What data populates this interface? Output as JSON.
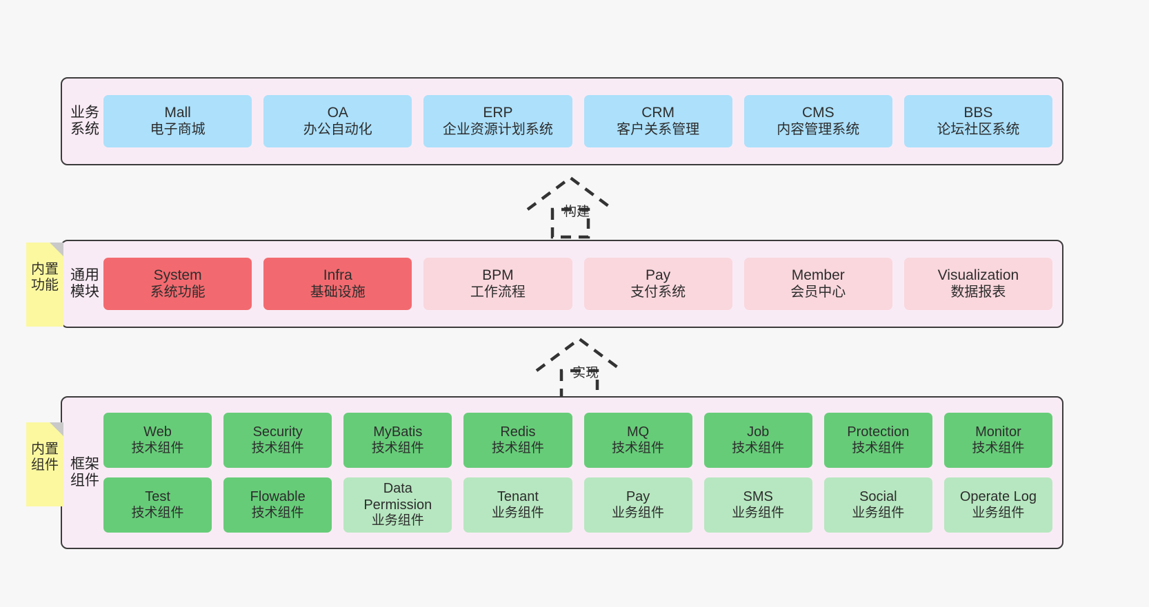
{
  "layers": [
    {
      "id": "business",
      "title": "业务系统",
      "rows": [
        [
          {
            "en": "Mall",
            "cn": "电子商城",
            "color": "#ace0fb"
          },
          {
            "en": "OA",
            "cn": "办公自动化",
            "color": "#ace0fb"
          },
          {
            "en": "ERP",
            "cn": "企业资源计划系统",
            "color": "#ace0fb"
          },
          {
            "en": "CRM",
            "cn": "客户关系管理",
            "color": "#ace0fb"
          },
          {
            "en": "CMS",
            "cn": "内容管理系统",
            "color": "#ace0fb"
          },
          {
            "en": "BBS",
            "cn": "论坛社区系统",
            "color": "#ace0fb"
          }
        ]
      ]
    },
    {
      "id": "common",
      "title": "通用模块",
      "rows": [
        [
          {
            "en": "System",
            "cn": "系统功能",
            "color": "#f26a6f"
          },
          {
            "en": "Infra",
            "cn": "基础设施",
            "color": "#f26a6f"
          },
          {
            "en": "BPM",
            "cn": "工作流程",
            "color": "#f9d7dd"
          },
          {
            "en": "Pay",
            "cn": "支付系统",
            "color": "#f9d7dd"
          },
          {
            "en": "Member",
            "cn": "会员中心",
            "color": "#f9d7dd"
          },
          {
            "en": "Visualization",
            "cn": "数据报表",
            "color": "#f9d7dd"
          }
        ]
      ]
    },
    {
      "id": "framework",
      "title": "框架组件",
      "rows": [
        [
          {
            "en": "Web",
            "cn": "技术组件",
            "color": "#66cc78"
          },
          {
            "en": "Security",
            "cn": "技术组件",
            "color": "#66cc78"
          },
          {
            "en": "MyBatis",
            "cn": "技术组件",
            "color": "#66cc78"
          },
          {
            "en": "Redis",
            "cn": "技术组件",
            "color": "#66cc78"
          },
          {
            "en": "MQ",
            "cn": "技术组件",
            "color": "#66cc78"
          },
          {
            "en": "Job",
            "cn": "技术组件",
            "color": "#66cc78"
          },
          {
            "en": "Protection",
            "cn": "技术组件",
            "color": "#66cc78"
          },
          {
            "en": "Monitor",
            "cn": "技术组件",
            "color": "#66cc78"
          }
        ],
        [
          {
            "en": "Test",
            "cn": "技术组件",
            "color": "#66cc78"
          },
          {
            "en": "Flowable",
            "cn": "技术组件",
            "color": "#66cc78"
          },
          {
            "en": "Data Permission",
            "cn": "业务组件",
            "color": "#b7e7c0"
          },
          {
            "en": "Tenant",
            "cn": "业务组件",
            "color": "#b7e7c0"
          },
          {
            "en": "Pay",
            "cn": "业务组件",
            "color": "#b7e7c0"
          },
          {
            "en": "SMS",
            "cn": "业务组件",
            "color": "#b7e7c0"
          },
          {
            "en": "Social",
            "cn": "业务组件",
            "color": "#b7e7c0"
          },
          {
            "en": "Operate Log",
            "cn": "业务组件",
            "color": "#b7e7c0"
          }
        ]
      ]
    }
  ],
  "notes": [
    {
      "id": "common",
      "text": "内置功能"
    },
    {
      "id": "framework",
      "text": "内置组件"
    }
  ],
  "connectors": [
    {
      "id": "build",
      "label": "构建"
    },
    {
      "id": "impl",
      "label": "实现"
    }
  ],
  "colors": {
    "background": "#f7f7f7",
    "layer_fill": "#f9ebf5",
    "layer_border": "#3b3b3b",
    "business_box": "#ace0fb",
    "common_strong": "#f26a6f",
    "common_soft": "#f9d7dd",
    "framework_tech": "#66cc78",
    "framework_biz": "#b7e7c0",
    "sticky_note": "#fbf8a0",
    "sticky_fold": "#c9c9c9",
    "connector": "#333333"
  }
}
